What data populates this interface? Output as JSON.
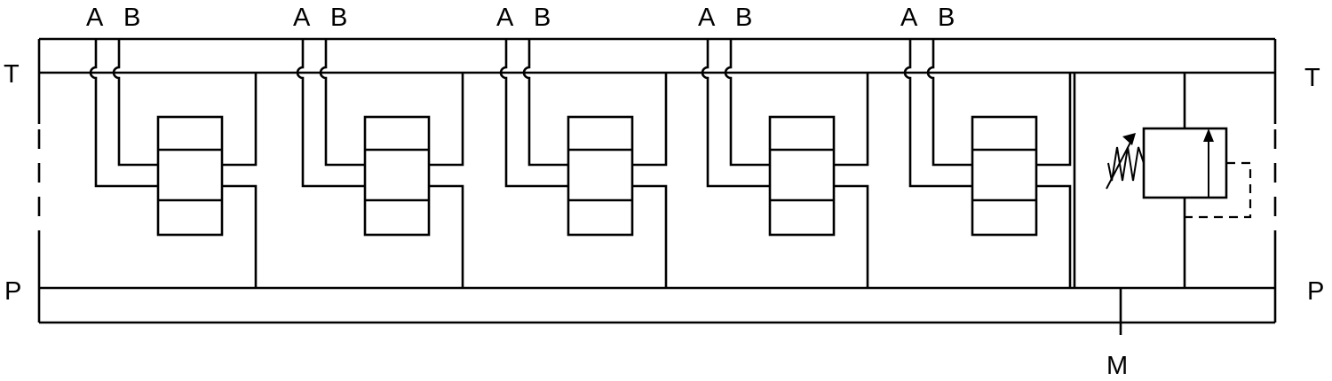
{
  "ports": {
    "tank_left": "T",
    "tank_right": "T",
    "pressure_left": "P",
    "pressure_right": "P",
    "gauge": "M"
  },
  "sections": [
    {
      "port_a": "A",
      "port_b": "B"
    },
    {
      "port_a": "A",
      "port_b": "B"
    },
    {
      "port_a": "A",
      "port_b": "B"
    },
    {
      "port_a": "A",
      "port_b": "B"
    },
    {
      "port_a": "A",
      "port_b": "B"
    }
  ]
}
